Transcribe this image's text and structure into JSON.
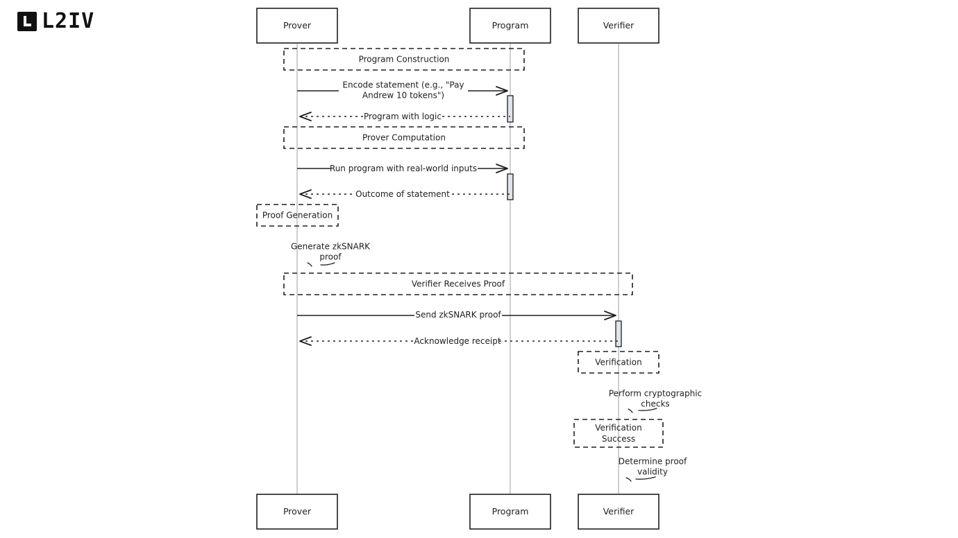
{
  "logo": {
    "text": "L2IV",
    "icon": "l2iv-logo-mark"
  },
  "participants": [
    {
      "id": "prover",
      "label": "Prover"
    },
    {
      "id": "program",
      "label": "Program"
    },
    {
      "id": "verifier",
      "label": "Verifier"
    }
  ],
  "frames": [
    {
      "name": "frame-program-construction",
      "label": [
        "Program Construction"
      ]
    },
    {
      "name": "frame-prover-computation",
      "label": [
        "Prover Computation"
      ]
    },
    {
      "name": "frame-proof-generation",
      "label": [
        "Proof Generation"
      ]
    },
    {
      "name": "frame-verifier-receives-proof",
      "label": [
        "Verifier Receives Proof"
      ]
    },
    {
      "name": "frame-verification",
      "label": [
        "Verification"
      ]
    },
    {
      "name": "frame-verification-success",
      "label": [
        "Verification",
        "Success"
      ]
    }
  ],
  "messages": [
    {
      "name": "msg-encode-statement",
      "kind": "call",
      "from": "prover",
      "to": "program",
      "label": [
        "Encode statement (e.g., \"Pay",
        "Andrew 10 tokens\")"
      ]
    },
    {
      "name": "msg-program-with-logic",
      "kind": "return",
      "from": "program",
      "to": "prover",
      "label": [
        "Program with logic"
      ]
    },
    {
      "name": "msg-run-program",
      "kind": "call",
      "from": "prover",
      "to": "program",
      "label": [
        "Run program with real-world inputs"
      ]
    },
    {
      "name": "msg-outcome-of-statement",
      "kind": "return",
      "from": "program",
      "to": "prover",
      "label": [
        "Outcome of statement"
      ]
    },
    {
      "name": "msg-send-zksnark-proof",
      "kind": "call",
      "from": "prover",
      "to": "verifier",
      "label": [
        "Send zkSNARK proof"
      ]
    },
    {
      "name": "msg-acknowledge-receipt",
      "kind": "return",
      "from": "verifier",
      "to": "prover",
      "label": [
        "Acknowledge receipt"
      ]
    }
  ],
  "self_notes": [
    {
      "name": "note-generate-zksnark-proof",
      "label": [
        "Generate zkSNARK",
        "proof"
      ]
    },
    {
      "name": "note-perform-cryptographic-checks",
      "label": [
        "Perform cryptographic",
        "checks"
      ]
    },
    {
      "name": "note-determine-proof-validity",
      "label": [
        "Determine proof",
        "validity"
      ]
    }
  ]
}
